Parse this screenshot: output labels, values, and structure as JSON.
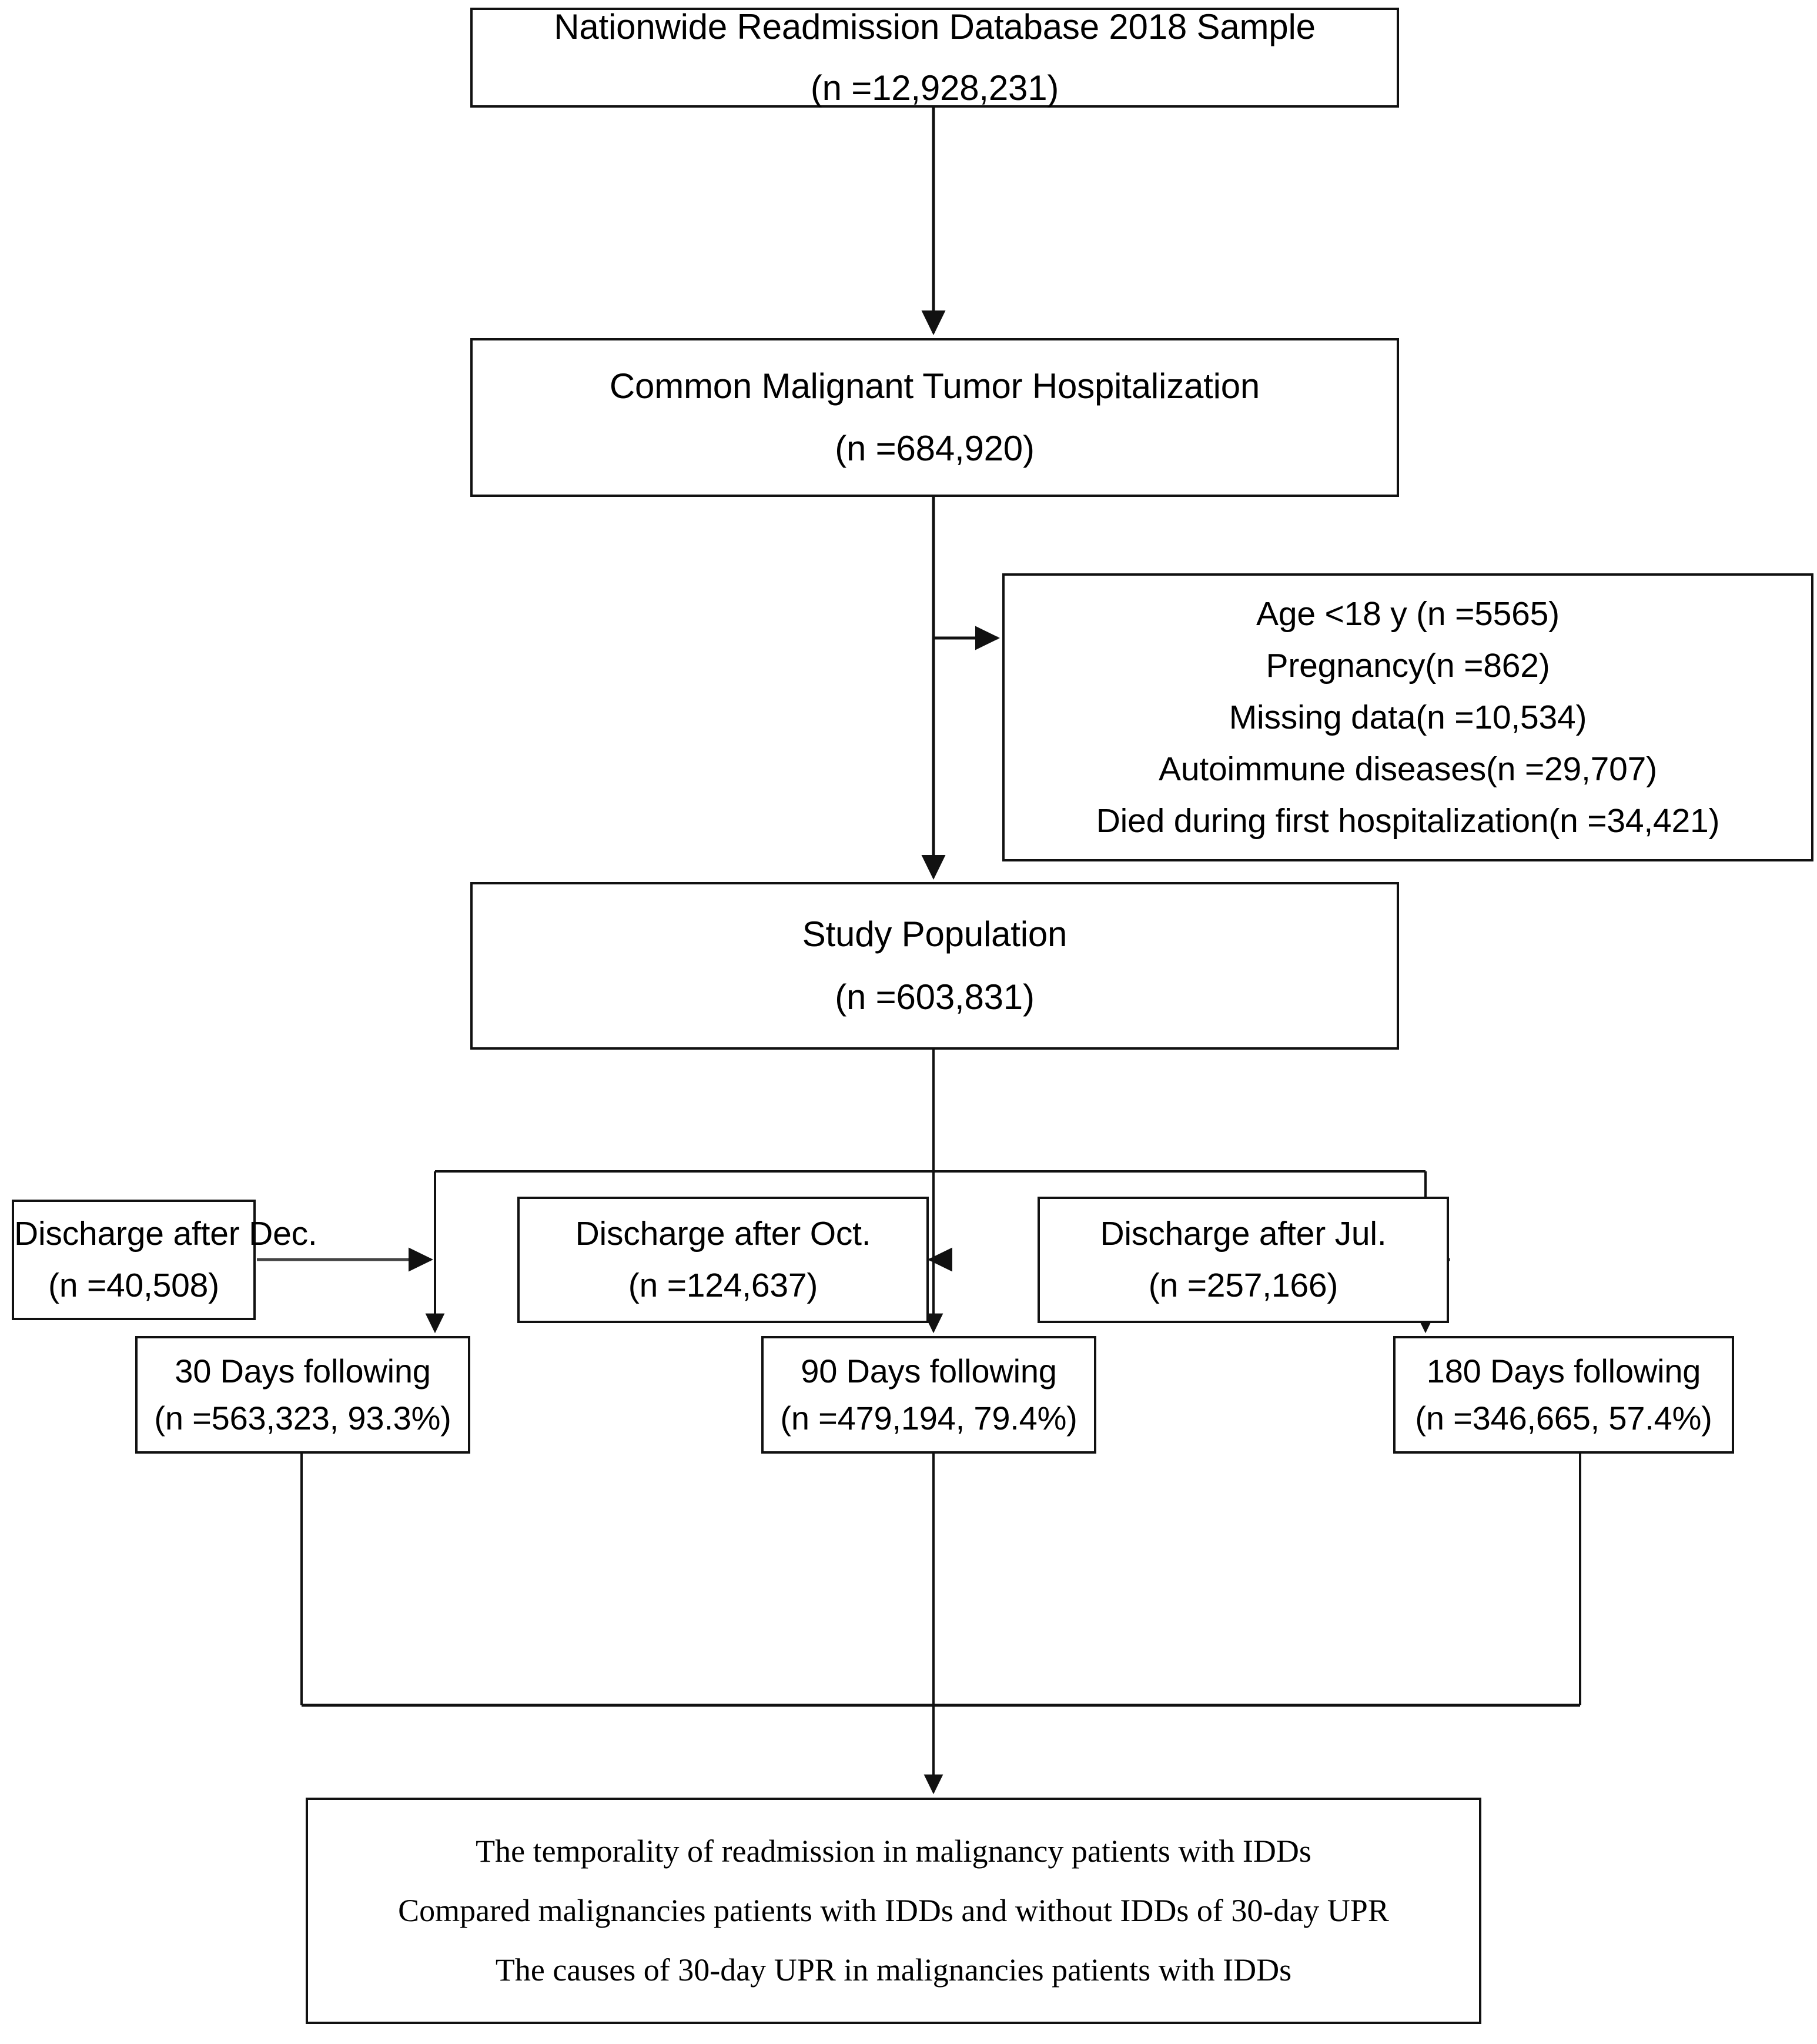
{
  "figure": {
    "type": "flowchart",
    "title": "Study population selection flow diagram",
    "ink_color": "#111111",
    "background_color": "#ffffff"
  },
  "nodes": {
    "source": {
      "line1": "Nationwide Readmission Database 2018 Sample",
      "line2": "(n =12,928,231)"
    },
    "cohort": {
      "line1": "Common Malignant Tumor Hospitalization",
      "line2": "(n =684,920)"
    },
    "exclusions": {
      "line1": "Age <18 y (n =5565)",
      "line2": "Pregnancy(n =862)",
      "line3": "Missing data(n =10,534)",
      "line4": "Autoimmune diseases(n =29,707)",
      "line5": "Died during first hospitalization(n =34,421)"
    },
    "study": {
      "line1": "Study Population",
      "line2": "(n =603,831)"
    },
    "discharge_dec": {
      "line1": "Discharge after Dec.",
      "line2": "(n =40,508)"
    },
    "discharge_oct": {
      "line1": "Discharge after Oct.",
      "line2": "(n =124,637)"
    },
    "discharge_jul": {
      "line1": "Discharge after Jul.",
      "line2": "(n =257,166)"
    },
    "days_30": {
      "line1": "30 Days following",
      "line2": "(n =563,323, 93.3%)"
    },
    "days_90": {
      "line1": "90 Days following",
      "line2": "(n =479,194, 79.4%)"
    },
    "days_180": {
      "line1": "180 Days following",
      "line2": "(n =346,665, 57.4%)"
    },
    "conclusion": {
      "line1": "The temporality of readmission in malignancy patients with IDDs",
      "line2": "Compared malignancies patients with  IDDs and without IDDs of 30-day UPR",
      "line3": "The causes of  30-day UPR in malignancies patients with IDDs"
    }
  },
  "chart_data": {
    "type": "flowchart",
    "title": "Study population selection flow diagram",
    "stages": [
      {
        "label": "Nationwide Readmission Database 2018 Sample",
        "n": 12928231,
        "n_text": "12,928,231"
      },
      {
        "label": "Common Malignant Tumor Hospitalization",
        "n": 684920,
        "n_text": "684,920"
      },
      {
        "label": "Study Population",
        "n": 603831,
        "n_text": "603,831"
      }
    ],
    "exclusions": [
      {
        "label": "Age <18 y",
        "n": 5565,
        "n_text": "5565"
      },
      {
        "label": "Pregnancy",
        "n": 862,
        "n_text": "862"
      },
      {
        "label": "Missing data",
        "n": 10534,
        "n_text": "10,534"
      },
      {
        "label": "Autoimmune diseases",
        "n": 29707,
        "n_text": "29,707"
      },
      {
        "label": "Died during first hospitalization",
        "n": 34421,
        "n_text": "34,421"
      }
    ],
    "discharge_branches": [
      {
        "label": "Discharge after Dec.",
        "n": 40508,
        "n_text": "40,508"
      },
      {
        "label": "Discharge after Oct.",
        "n": 124637,
        "n_text": "124,637"
      },
      {
        "label": "Discharge after Jul.",
        "n": 257166,
        "n_text": "257,166"
      }
    ],
    "followup_windows": [
      {
        "label": "30 Days following",
        "n": 563323,
        "n_text": "563,323",
        "percent": 93.3
      },
      {
        "label": "90 Days following",
        "n": 479194,
        "n_text": "479,194",
        "percent": 79.4
      },
      {
        "label": "180 Days following",
        "n": 346665,
        "n_text": "346,665",
        "percent": 57.4
      }
    ],
    "outcomes": [
      "The temporality of readmission in malignancy patients with IDDs",
      "Compared malignancies patients with  IDDs and without IDDs of 30-day UPR",
      "The causes of  30-day UPR in malignancies patients with IDDs"
    ]
  }
}
